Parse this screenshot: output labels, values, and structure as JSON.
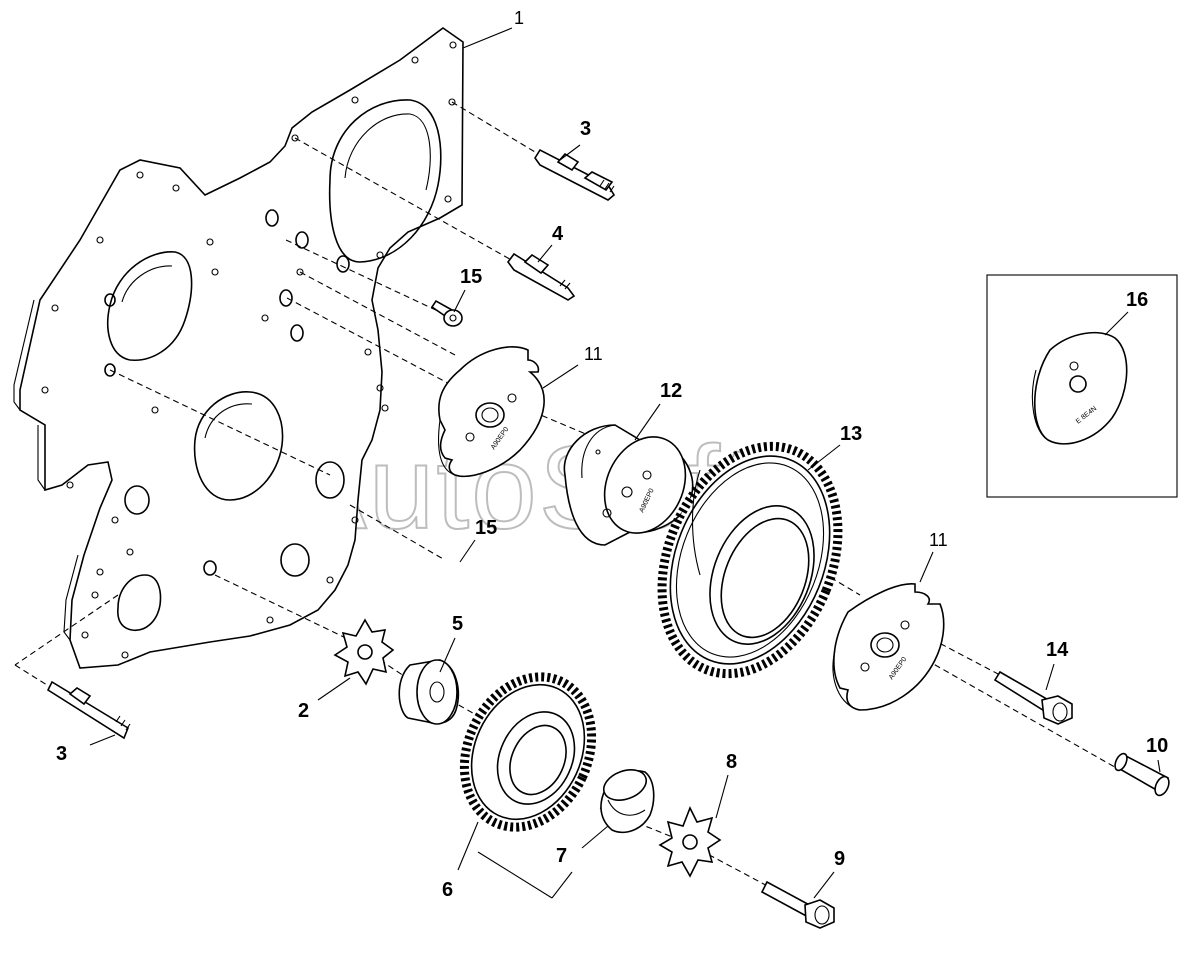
{
  "watermark": "AutoSoft",
  "parts": {
    "p1": "1",
    "p2": "2",
    "p3_top": "3",
    "p3_bottom": "3",
    "p4": "4",
    "p5": "5",
    "p6": "6",
    "p7": "7",
    "p8": "8",
    "p9": "9",
    "p10": "10",
    "p11_upper": "11",
    "p11_lower": "11",
    "p12": "12",
    "p13": "13",
    "p14": "14",
    "p15_upper": "15",
    "p15_lower": "15",
    "p16": "16"
  },
  "inset": {
    "stamp": "E 8E4N"
  }
}
